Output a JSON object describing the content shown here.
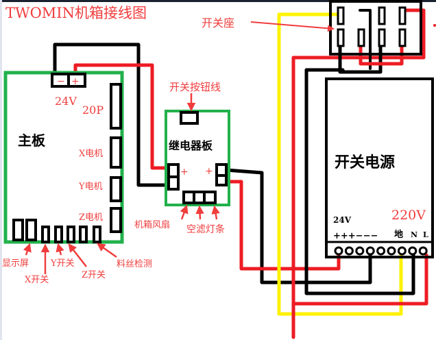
{
  "title": "TWOMIN机箱接线图",
  "colors": {
    "board": "#22b14c",
    "wire_red": "#ed1c24",
    "wire_black": "#000000",
    "wire_yellow": "#fff200",
    "label_red": "#f03c3c"
  },
  "mainboard": {
    "name": "主板",
    "power_label": "24V",
    "power_minus": "−",
    "power_plus": "+",
    "connector_20p": "20P",
    "x_motor": "X电机",
    "y_motor": "Y电机",
    "z_motor": "Z电机",
    "bottom_labels": {
      "display": "显示屏",
      "x_switch": "X开关",
      "y_switch": "Y开关",
      "z_switch": "Z开关",
      "filament_sensor": "料丝检测"
    }
  },
  "relay_board": {
    "name": "继电器板",
    "button_wire_label": "开关按钮线",
    "plus_left": "+",
    "plus_right": "+",
    "case_fan": "机箱风扇",
    "air_filter_light": "空滤灯条"
  },
  "switch_socket": {
    "label": "开关座"
  },
  "power_supply": {
    "name": "开关电源",
    "output_label": "24V",
    "input_label": "220V",
    "terminal_signs": "+++−−−",
    "ground": "地",
    "neutral": "N",
    "live": "L"
  }
}
